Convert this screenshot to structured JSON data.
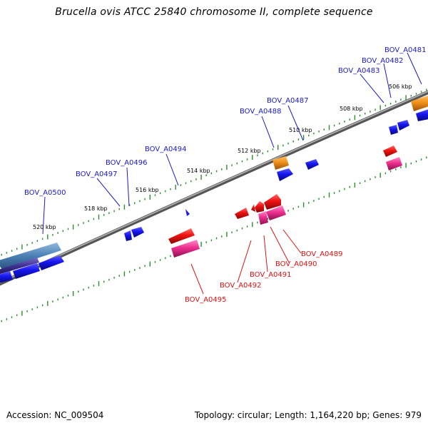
{
  "title": "Brucella ovis ATCC 25840 chromosome II, complete sequence",
  "footer": {
    "accession_label": "Accession: NC_009504",
    "summary": "Topology: circular; Length: 1,164,220 bp; Genes: 979"
  },
  "colors": {
    "backbone": "#7a7a7a",
    "tick": "#2e8b2e",
    "forward_cds": "#1a1aee",
    "reverse_cds": "#ee1111",
    "reverse_rna": "#ee2f8f",
    "forward_rna": "#f0901a",
    "forward_label": "#1a1ac8",
    "reverse_label": "#dd1111"
  },
  "scale_labels": [
    "506 kbp",
    "508 kbp",
    "510 kbp",
    "512 kbp",
    "514 kbp",
    "516 kbp",
    "518 kbp",
    "520 kbp"
  ],
  "forward_genes": [
    "BOV_A0481",
    "BOV_A0482",
    "BOV_A0483",
    "BOV_A0487",
    "BOV_A0488",
    "BOV_A0494",
    "BOV_A0496",
    "BOV_A0497",
    "BOV_A0500"
  ],
  "reverse_genes": [
    "BOV_A0489",
    "BOV_A0490",
    "BOV_A0491",
    "BOV_A0492",
    "BOV_A0495"
  ]
}
